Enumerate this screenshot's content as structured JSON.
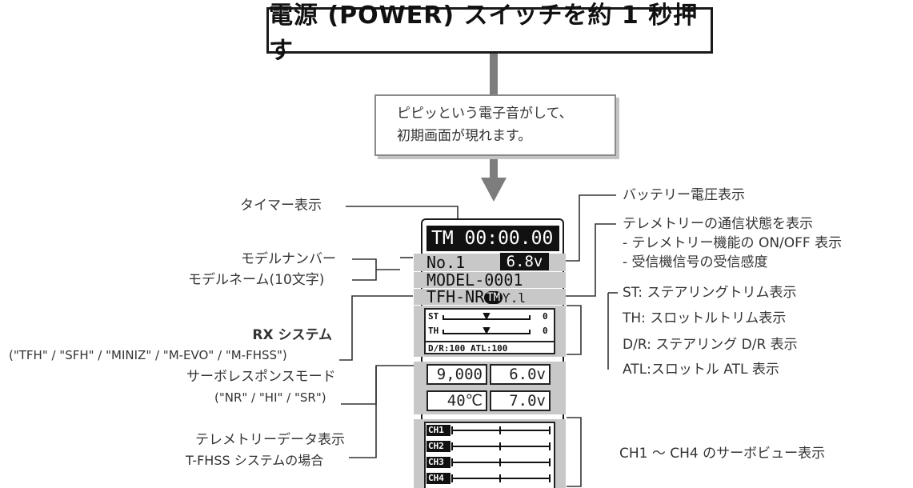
{
  "title": "電源 (POWER) スイッチを約 1 秒押す",
  "callout": {
    "line1": "ピピッという電子音がして、",
    "line2": "初期画面が現れます。"
  },
  "left_labels": {
    "timer": "タイマー表示",
    "model_number": "モデルナンバー",
    "model_name": "モデルネーム(10文字)",
    "rx_system_a": "RX システム",
    "rx_system_b": "(\"TFH\" / \"SFH\" / \"MINIZ\" / \"M-EVO\" / \"M-FHSS\")",
    "servo_response": "サーボレスポンスモード",
    "servo_response_opts": "(\"NR\" / \"HI\" / \"SR\")",
    "telemetry_data": "テレメトリーデータ表示",
    "tfhss_case": "T-FHSS システムの場合"
  },
  "right_labels": {
    "battery": "バッテリー電圧表示",
    "telemetry_status": "テレメトリーの通信状態を表示",
    "telemetry_onoff": "- テレメトリー機能の ON/OFF 表示",
    "rx_sensitivity": "- 受信機信号の受信感度",
    "st_trim": "ST:  ステアリングトリム表示",
    "th_trim": "TH:  スロットルトリム表示",
    "dr": "D/R: ステアリング D/R 表示",
    "atl": "ATL:スロットル ATL 表示",
    "servo_view": "CH1 ～ CH4 のサーボビュー表示"
  },
  "screen": {
    "timer": "TM 00:00.00",
    "model_no": "No.1",
    "voltage": "6.8v",
    "model_name": "MODEL-0001",
    "rx": "TFH-NR",
    "tm_badge": "TM",
    "antenna_icon": "antenna-signal-icon",
    "st_label": "ST",
    "st_value": "0",
    "th_label": "TH",
    "th_value": "0",
    "dr_atl": "D/R:100 ATL:100",
    "rpm": "9,000",
    "volt2": "6.0v",
    "temp": "40℃",
    "volt3": "7.0v",
    "channels": [
      "CH1",
      "CH2",
      "CH3",
      "CH4"
    ]
  },
  "colors": {
    "gray_band": "#c8c8c8",
    "arrow": "#7d7d7d",
    "wire": "#333333",
    "lcd_dark": "#111111"
  }
}
